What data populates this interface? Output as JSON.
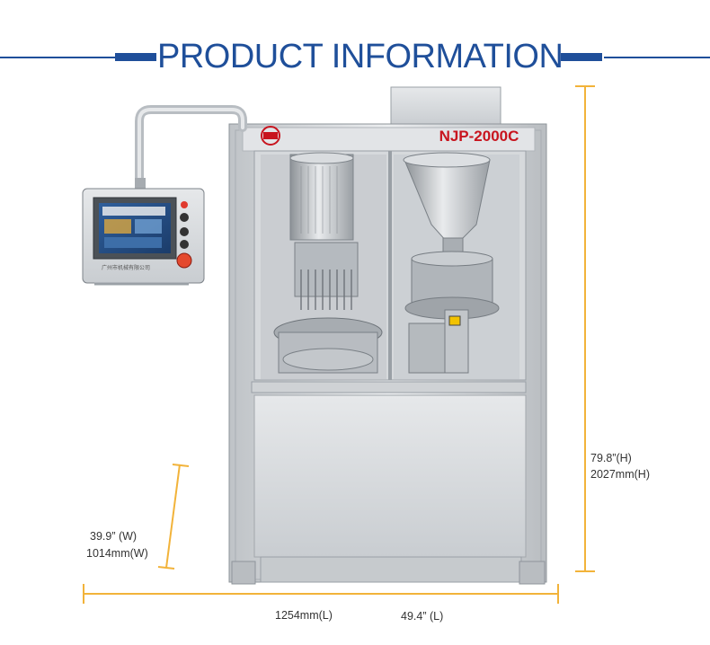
{
  "header": {
    "title": "PRODUCT INFORMATION"
  },
  "machine": {
    "model_label": "NJP-2000C",
    "panel_caption": "广州市机械有限公司"
  },
  "dimensions": {
    "height_in": "79.8”(H)",
    "height_mm": "2027mm(H)",
    "width_in": "39.9” (W)",
    "width_mm": "1014mm(W)",
    "length_mm": "1254mm(L)",
    "length_in": "49.4”  (L)"
  },
  "colors": {
    "brand_blue": "#1f4f9a",
    "dimension_orange": "#f2b33a",
    "model_red": "#c8141e"
  }
}
